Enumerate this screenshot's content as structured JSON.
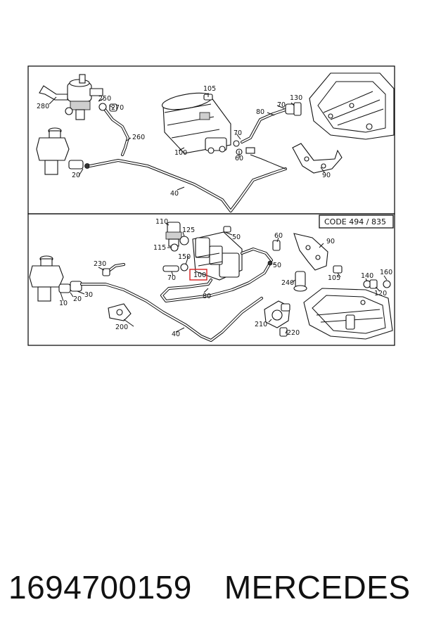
{
  "upper_panel": {
    "labels": [
      "280",
      "250",
      "270",
      "105",
      "130",
      "80",
      "70",
      "70",
      "60",
      "260",
      "100",
      "20",
      "40",
      "90"
    ]
  },
  "lower_panel": {
    "code_box": "CODE 494 / 835",
    "highlighted_label": "100",
    "labels": [
      "110",
      "125",
      "50",
      "60",
      "90",
      "115",
      "150",
      "230",
      "70",
      "100",
      "50",
      "240",
      "105",
      "140",
      "160",
      "120",
      "10",
      "20",
      "30",
      "80",
      "200",
      "210",
      "220",
      "40"
    ]
  },
  "caption": {
    "part_number": "1694700159",
    "brand": "MERCEDES"
  }
}
